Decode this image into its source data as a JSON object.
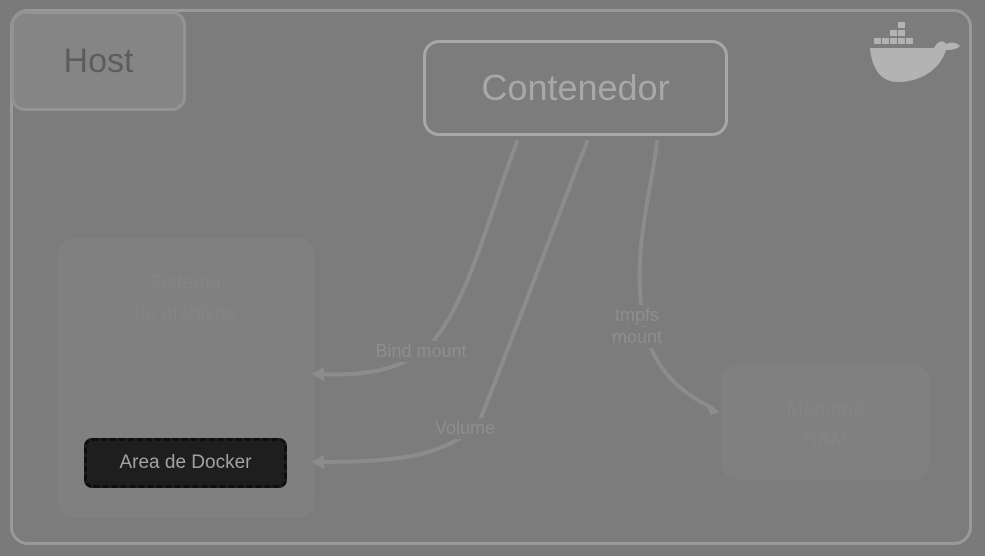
{
  "host": {
    "label": "Host"
  },
  "container": {
    "label": "Contenedor"
  },
  "filesystem": {
    "line1": "Sistema",
    "line2": "de archivos"
  },
  "docker_area": {
    "label": "Area de Docker"
  },
  "memory": {
    "line1": "Memoria",
    "line2": "RAM"
  },
  "edges": {
    "bind_mount": "Bind mount",
    "volume": "Volume",
    "tmpfs_line1": "tmpfs",
    "tmpfs_line2": "mount"
  },
  "icons": {
    "logo": "docker-whale-icon"
  },
  "colors": {
    "background": "#7a7a7a",
    "docker_area": "#1e1e1e",
    "container_border": "#a8a8a8"
  }
}
